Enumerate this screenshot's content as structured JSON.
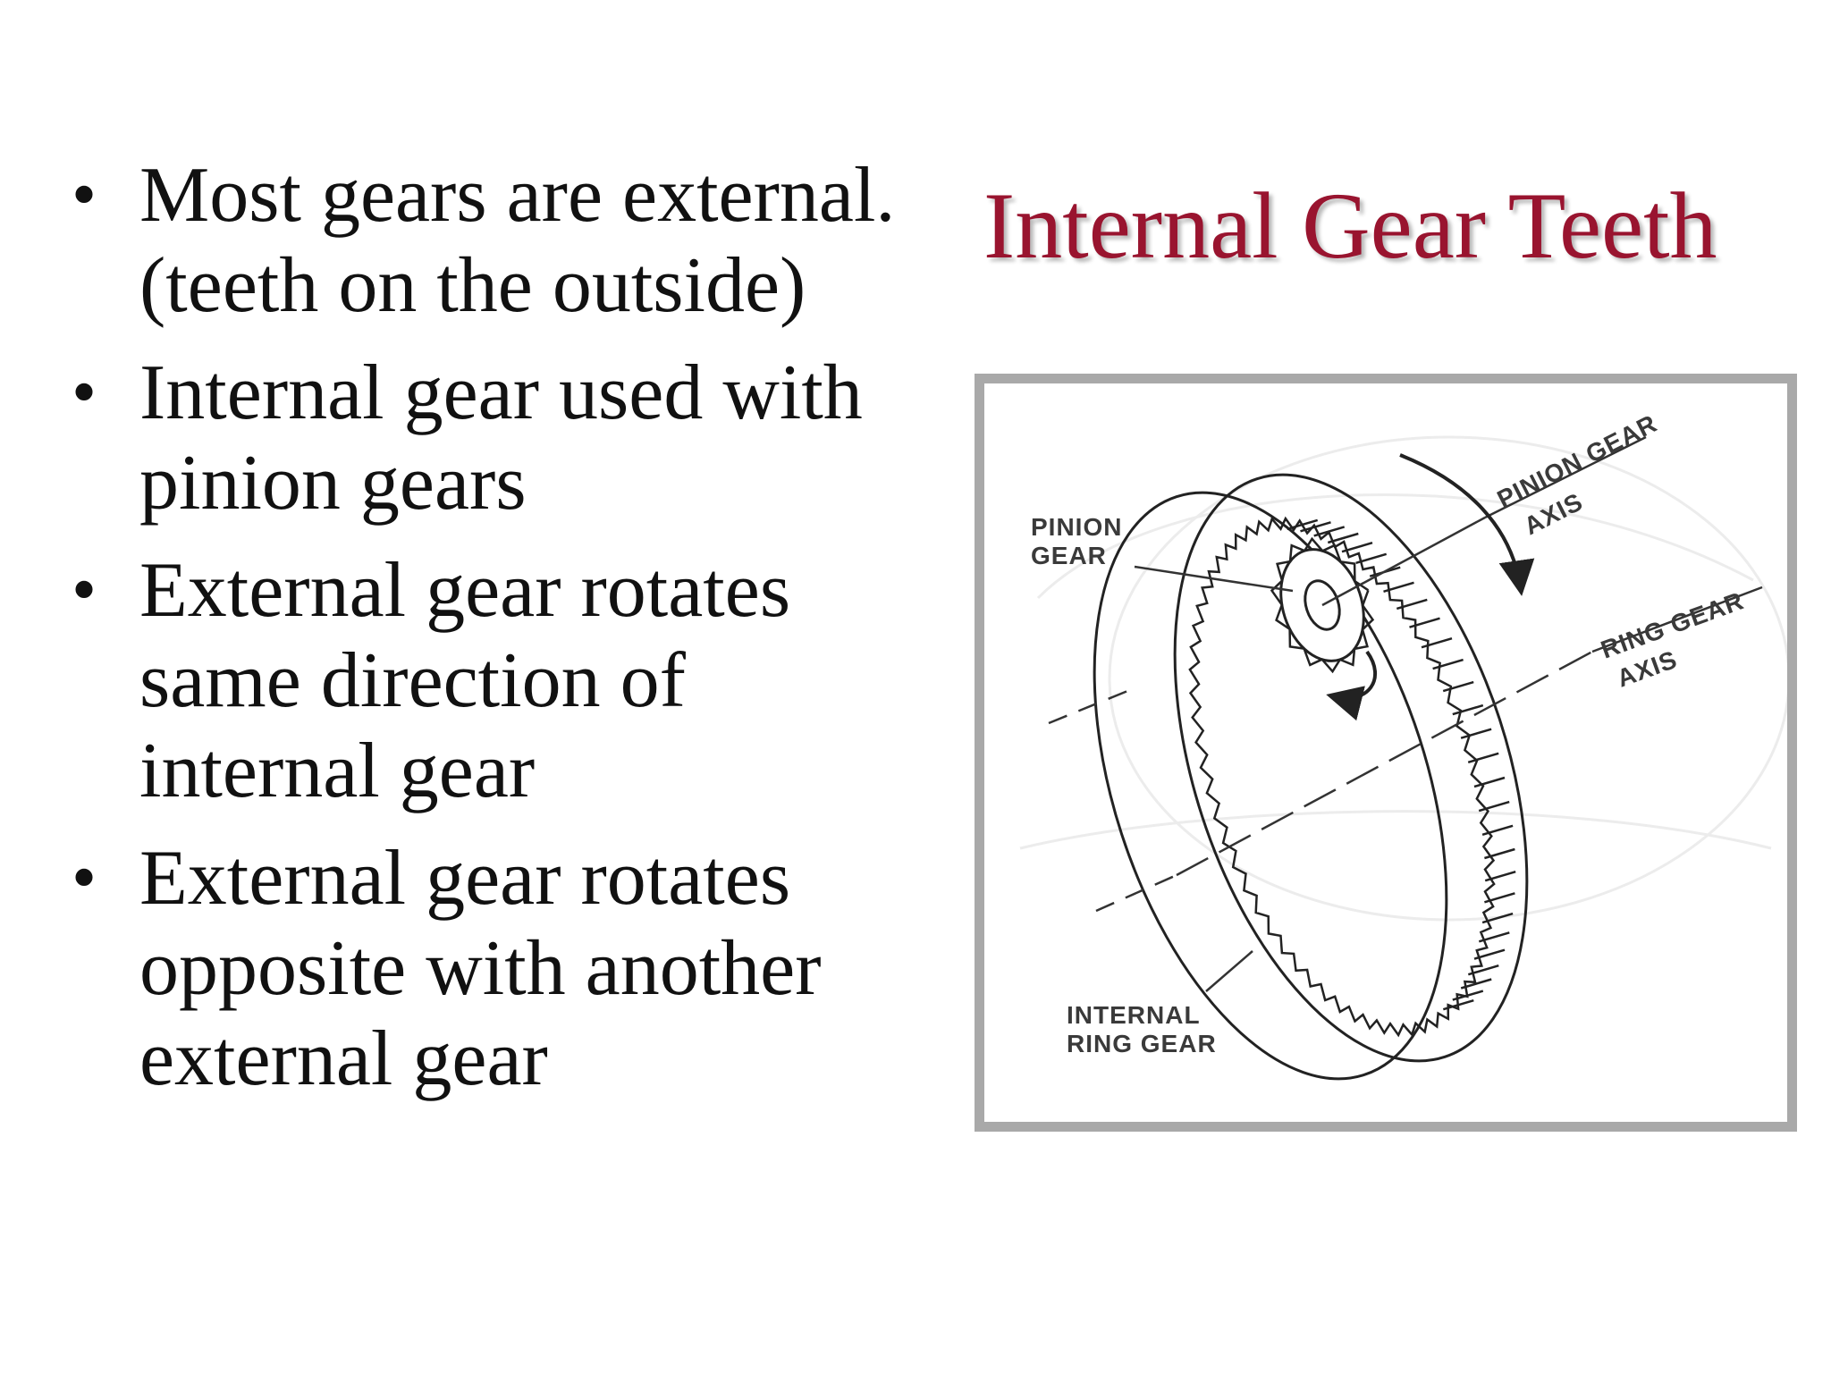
{
  "slide": {
    "title": "Internal Gear Teeth",
    "bullets": [
      "Most gears are external. (teeth on the outside)",
      "Internal gear used with pinion gears",
      "External gear rotates same direction of internal gear",
      "External gear rotates opposite with another external gear"
    ],
    "bullet_glyph": "•",
    "title_color": "#99142f"
  },
  "figure": {
    "labels": {
      "pinion_gear_1": "PINION",
      "pinion_gear_2": "GEAR",
      "pinion_axis_1": "PINION GEAR",
      "pinion_axis_2": "AXIS",
      "ring_axis_1": "RING GEAR",
      "ring_axis_2": "AXIS",
      "ring_gear_1": "INTERNAL",
      "ring_gear_2": "RING GEAR"
    }
  }
}
